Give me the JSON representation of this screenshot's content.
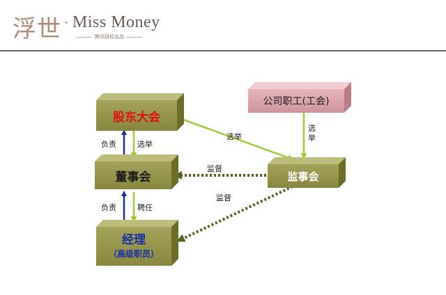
{
  "header": {
    "logo_cn": "浮世",
    "logo_dot": "·",
    "logo_en": "Miss Money",
    "logo_sub": "腾讯财经出品"
  },
  "diagram": {
    "nodes": {
      "shareholders": "股东大会",
      "board": "董事会",
      "manager": "经理",
      "manager_sub": "（高级职员）",
      "employees": "公司职工(工会)",
      "supervisors": "监事会"
    },
    "edges": {
      "board_to_shareholders": "负责",
      "shareholders_elect_board": "选举",
      "shareholders_elect_supervisors": "选举",
      "employees_elect_supervisors": "选举",
      "supervise_board": "监督",
      "supervise_manager": "监督",
      "manager_to_board": "负责",
      "board_hire_manager": "聘任"
    },
    "colors": {
      "olive_box": "#93934b",
      "pink_box": "#d9a2ab",
      "red_text": "#e01010",
      "blue_text": "#1a2ea8",
      "white_text": "#ffffff",
      "dark_text": "#1c1c1c",
      "blue_arrow": "#1f2f9a",
      "green_arrow": "#9acd32",
      "dotted_arrow": "#5c6320"
    }
  }
}
